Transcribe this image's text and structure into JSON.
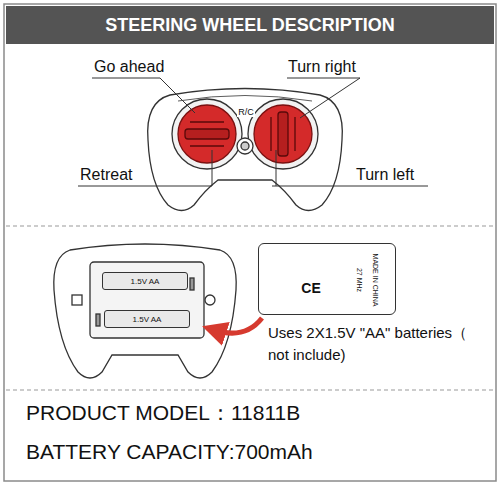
{
  "diagram": {
    "title": "STEERING WHEEL DESCRIPTION",
    "nodes": [
      {
        "text": [
          "1.5V AA"
        ]
      },
      {
        "text": [
          "1.5V AA"
        ]
      },
      {
        "text": [
          "CE",
          "27 MHz",
          "MADE IN CHINA"
        ]
      }
    ],
    "labels": [
      "Go ahead",
      "Turn right",
      "R/C",
      "Retreat",
      "Turn left",
      "Uses 2X1.5V \"AA\" batteries（ not include)",
      "PRODUCT MODEL：11811B",
      "BATTERY CAPACITY:700mAh"
    ]
  }
}
